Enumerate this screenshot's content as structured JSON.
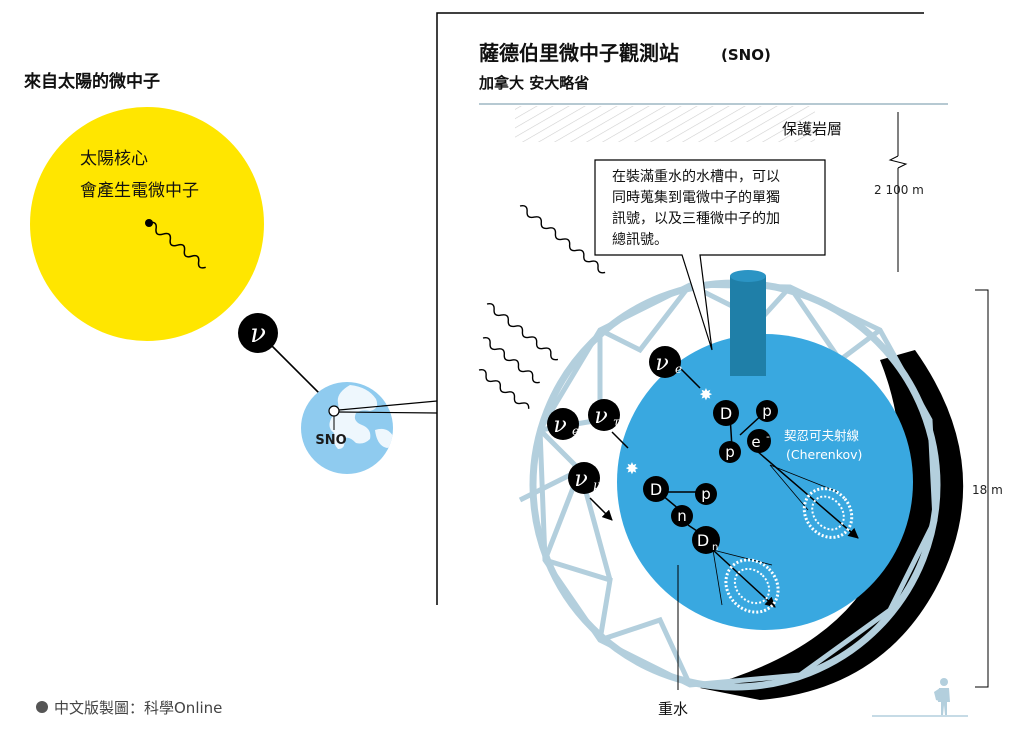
{
  "left": {
    "title": "來自太陽的微中子",
    "sun_label_line1": "太陽核心",
    "sun_label_line2": "會產生電微中子",
    "neutrino_symbol": "ν",
    "earth_label": "SNO"
  },
  "detector": {
    "title": "薩德伯里微中子觀測站",
    "title_abbrev": "(SNO)",
    "location": "加拿大 安大略省",
    "rock_label": "保護岩層",
    "depth_label": "2 100 m",
    "diameter_label": "18 m",
    "callout_lines": [
      "在裝滿重水的水槽中，可以",
      "同時蒐集到電微中子的單獨",
      "訊號，以及三種微中子的加",
      "總訊號。"
    ],
    "cherenkov_line1": "契忍可夫射線",
    "cherenkov_line2": "(Cherenkov)",
    "water_label": "重水",
    "particles": {
      "nu": "ν",
      "sub_e": "e",
      "sub_tau": "τ",
      "sub_mu": "μ",
      "D": "D",
      "p": "p",
      "n": "n",
      "Dn_sub": "n",
      "e_minus": "e",
      "minus": "-"
    }
  },
  "credit": "中文版製圖：科學Online",
  "colors": {
    "sun": "#FFE600",
    "tank": "#39A8E0",
    "cylinder": "#1F7FA8",
    "frame": "#B3CFDD",
    "earth": "#8FCBEF"
  }
}
